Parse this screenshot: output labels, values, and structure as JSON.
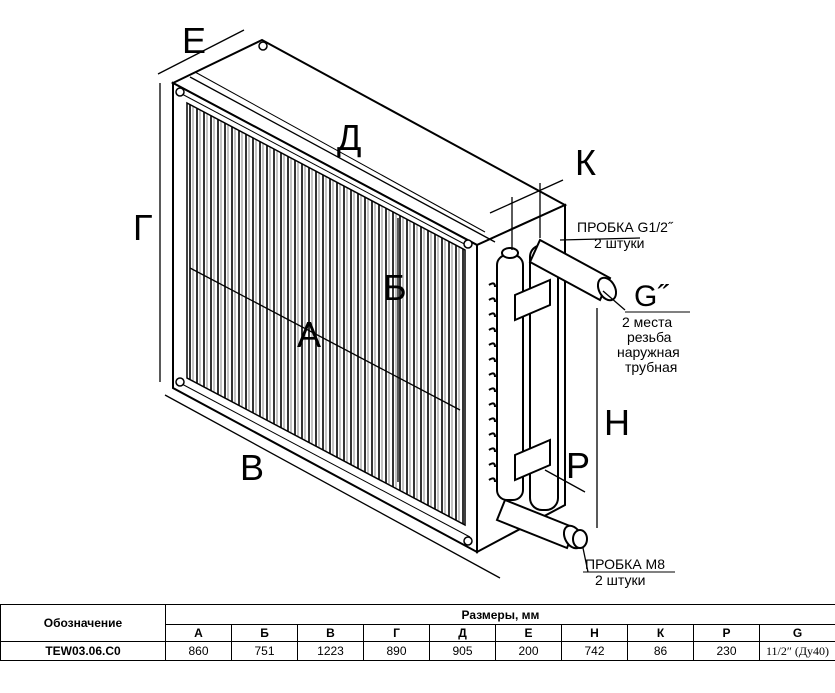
{
  "drawing": {
    "labels": {
      "E": "Е",
      "D": "Д",
      "K": "К",
      "G_left": "Г",
      "B_inner": "Б",
      "A": "А",
      "V": "В",
      "G_thread": "G˝",
      "H": "H",
      "P": "P"
    },
    "notes": {
      "plug_top": "ПРОБКА G1/2˝",
      "plug_top_qty": "2 штуки",
      "thread_line1": "2 места",
      "thread_line2": "резьба",
      "thread_line3": "наружная",
      "thread_line4": "трубная",
      "plug_bottom": "ПРОБКА М8",
      "plug_bottom_qty": "2 штуки"
    }
  },
  "table": {
    "designation_header": "Обозначение",
    "sizes_header": "Размеры, мм",
    "columns": [
      "А",
      "Б",
      "В",
      "Г",
      "Д",
      "Е",
      "H",
      "К",
      "Р",
      "G"
    ],
    "rows": [
      {
        "designation": "TEW03.06.C0",
        "values": [
          "860",
          "751",
          "1223",
          "890",
          "905",
          "200",
          "742",
          "86",
          "230",
          "11/2″ (Ду40)"
        ]
      }
    ]
  }
}
